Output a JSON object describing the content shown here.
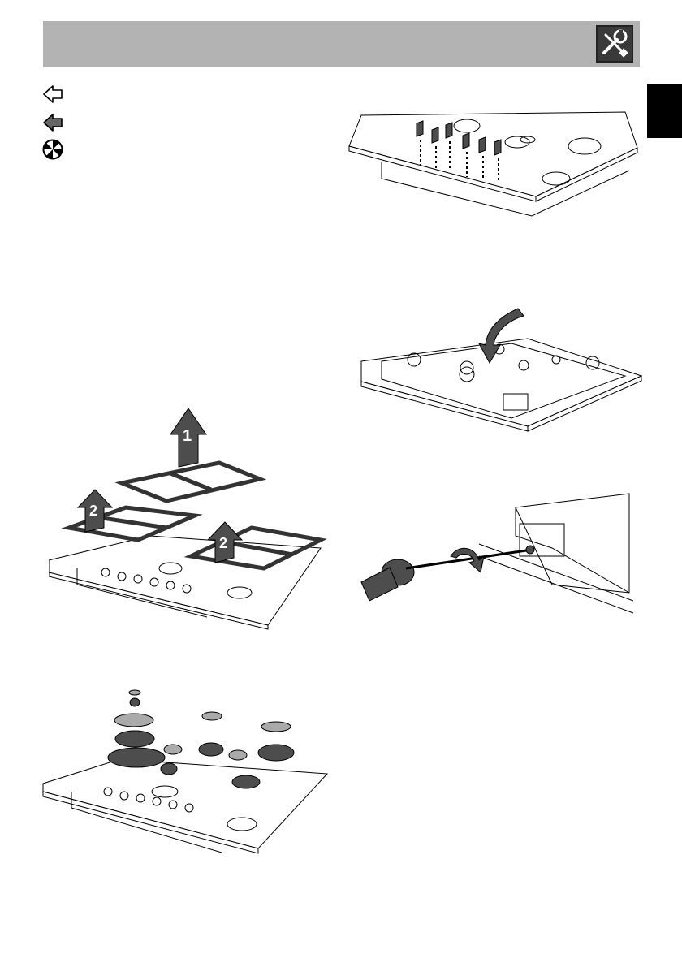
{
  "header": {
    "title": "",
    "icon": "tools-icon"
  },
  "side_tab": {
    "label": ""
  },
  "legend": [
    {
      "icon": "outline-arrow-left-icon"
    },
    {
      "icon": "filled-arrow-left-icon"
    },
    {
      "icon": "wheel-icon"
    }
  ],
  "figures": {
    "grates": {
      "arrow_1": "1",
      "arrow_2_left": "2",
      "arrow_2_right": "2"
    }
  },
  "colors": {
    "header_bg": "#b3b3b3",
    "tab_bg": "#000000",
    "part_fill": "#4d4d4d",
    "light_part": "#aaaaaa"
  }
}
